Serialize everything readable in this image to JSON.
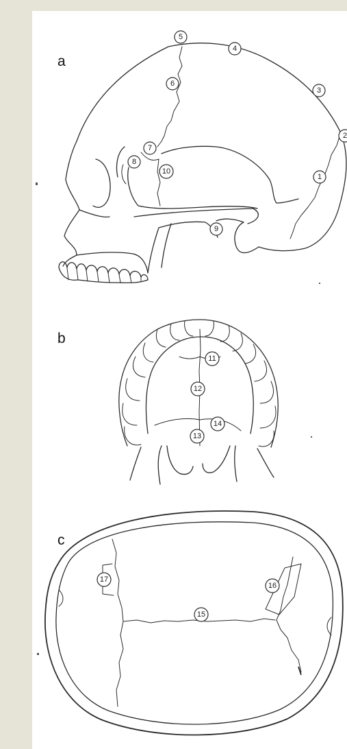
{
  "panels": {
    "a": {
      "letter": "a",
      "labels": [
        "1",
        "2",
        "3",
        "4",
        "5",
        "6",
        "7",
        "8",
        "9",
        "10"
      ]
    },
    "b": {
      "letter": "b",
      "labels": [
        "11",
        "12",
        "13",
        "14"
      ]
    },
    "c": {
      "letter": "c",
      "labels": [
        "15",
        "16",
        "17"
      ]
    }
  },
  "colors": {
    "background": "#e6e3d7",
    "panel": "#ffffff",
    "ink": "#2a2a2a"
  }
}
